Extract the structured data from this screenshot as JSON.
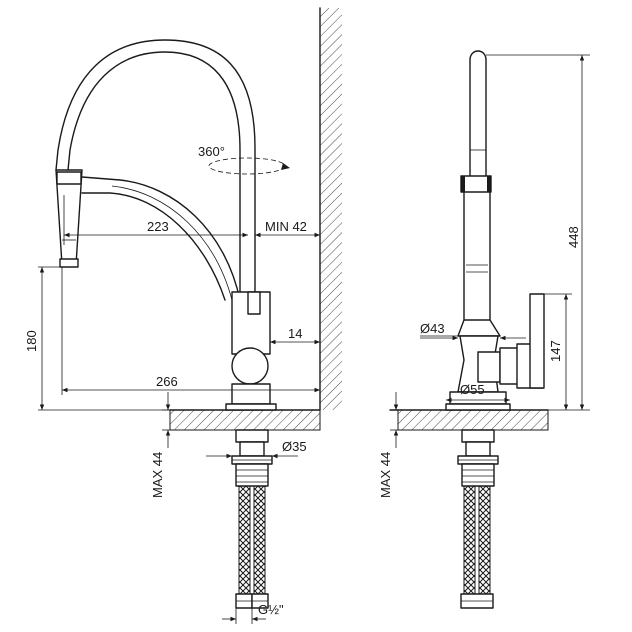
{
  "front_view": {
    "rotation_label": "360°",
    "spout_reach_label": "223",
    "wall_clearance_label": "MIN 42",
    "spout_height_label": "180",
    "body_offset_label": "14",
    "total_reach_label": "266",
    "shank_diameter_label": "Ø35",
    "max_thickness_label": "MAX 44",
    "hose_thread_label": "G½\""
  },
  "side_view": {
    "total_height_label": "448",
    "neck_diameter_label": "Ø43",
    "handle_height_label": "147",
    "base_diameter_label": "Ø55",
    "max_thickness_label": "MAX 44"
  }
}
